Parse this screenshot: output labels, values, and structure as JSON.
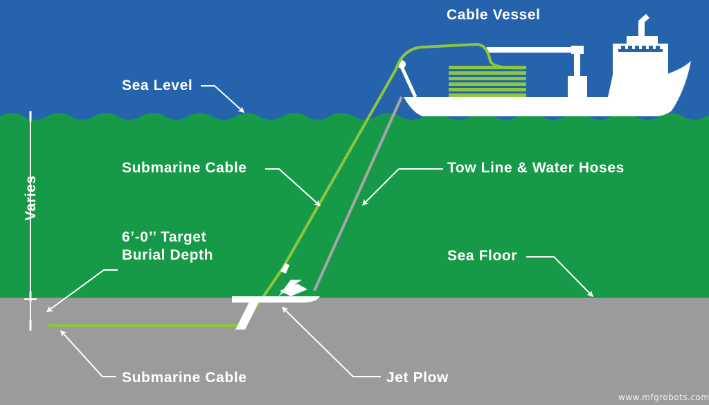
{
  "labels": {
    "cable_vessel": "Cable Vessel",
    "sea_level": "Sea Level",
    "submarine_cable_top": "Submarine Cable",
    "tow_line": "Tow Line & Water Hoses",
    "varies": "Varies",
    "target_burial_line1": "6’-0’’ Target",
    "target_burial_line2": "Burial Depth",
    "sea_floor": "Sea Floor",
    "submarine_cable_bottom": "Submarine Cable",
    "jet_plow": "Jet Plow"
  },
  "watermark": "www.mfgrobots.com",
  "colors": {
    "sea": "#2563ad",
    "water": "#169a48",
    "floor": "#9b9b9b",
    "cable": "#8dc63f",
    "tow_line": "#a6a6a6",
    "vessel": "#ffffff"
  }
}
